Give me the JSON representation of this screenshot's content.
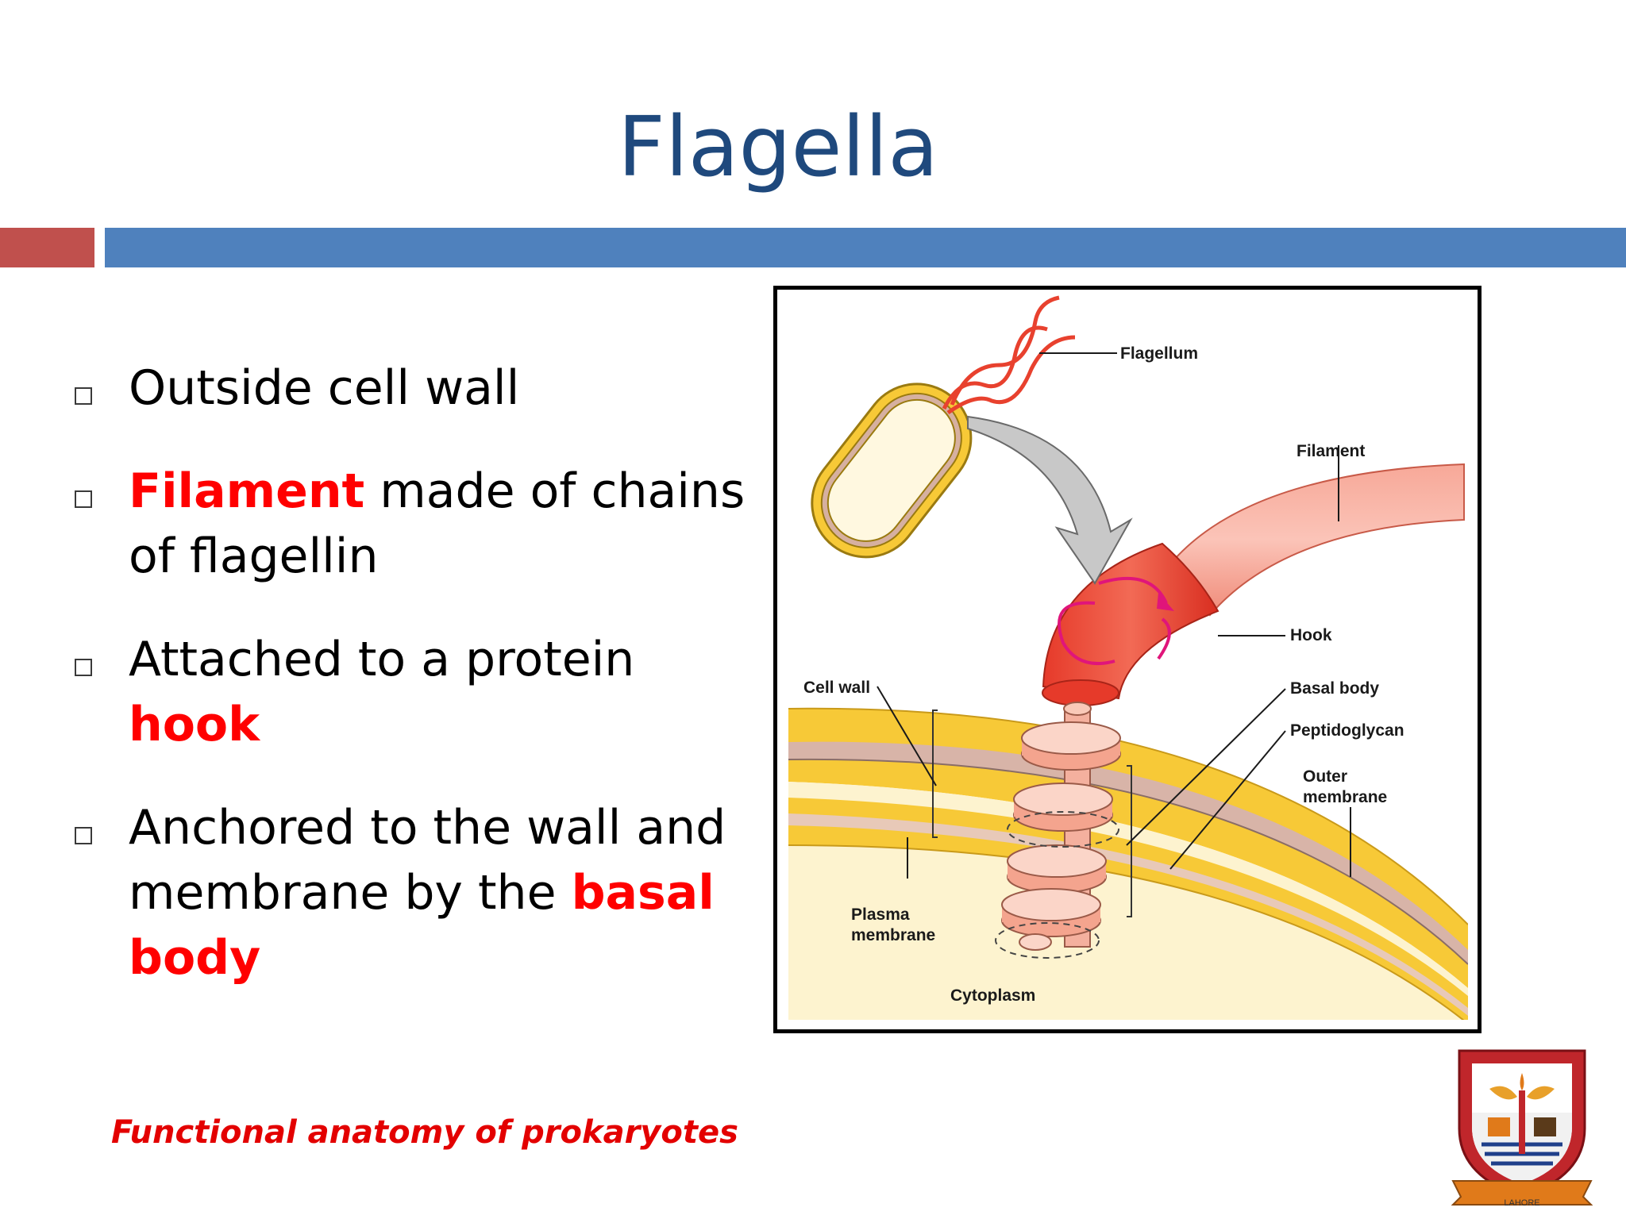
{
  "slide": {
    "title": "Flagella",
    "bullets": [
      {
        "parts": [
          {
            "text": "Outside cell wall",
            "highlight": false
          }
        ]
      },
      {
        "parts": [
          {
            "text": "Filament",
            "highlight": true
          },
          {
            "text": " made of chains of flagellin",
            "highlight": false
          }
        ]
      },
      {
        "parts": [
          {
            "text": "Attached to a protein ",
            "highlight": false
          },
          {
            "text": "hook",
            "highlight": true
          }
        ]
      },
      {
        "parts": [
          {
            "text": "Anchored to the wall and membrane by the ",
            "highlight": false
          },
          {
            "text": "basal body",
            "highlight": true
          }
        ]
      }
    ],
    "footer": "Functional anatomy of prokaryotes",
    "colors": {
      "title": "#1f497d",
      "accent_red": "#c0504d",
      "accent_blue": "#4f81bd",
      "highlight": "#ff0000"
    }
  },
  "figure": {
    "labels": {
      "flagellum": "Flagellum",
      "filament": "Filament",
      "hook": "Hook",
      "cell_wall": "Cell wall",
      "basal_body": "Basal body",
      "peptidoglycan": "Peptidoglycan",
      "outer_membrane_1": "Outer",
      "outer_membrane_2": "membrane",
      "plasma_membrane_1": "Plasma",
      "plasma_membrane_2": "membrane",
      "cytoplasm": "Cytoplasm"
    }
  },
  "logo": {
    "icon": "university-crest-icon",
    "caption": "LAHORE"
  }
}
